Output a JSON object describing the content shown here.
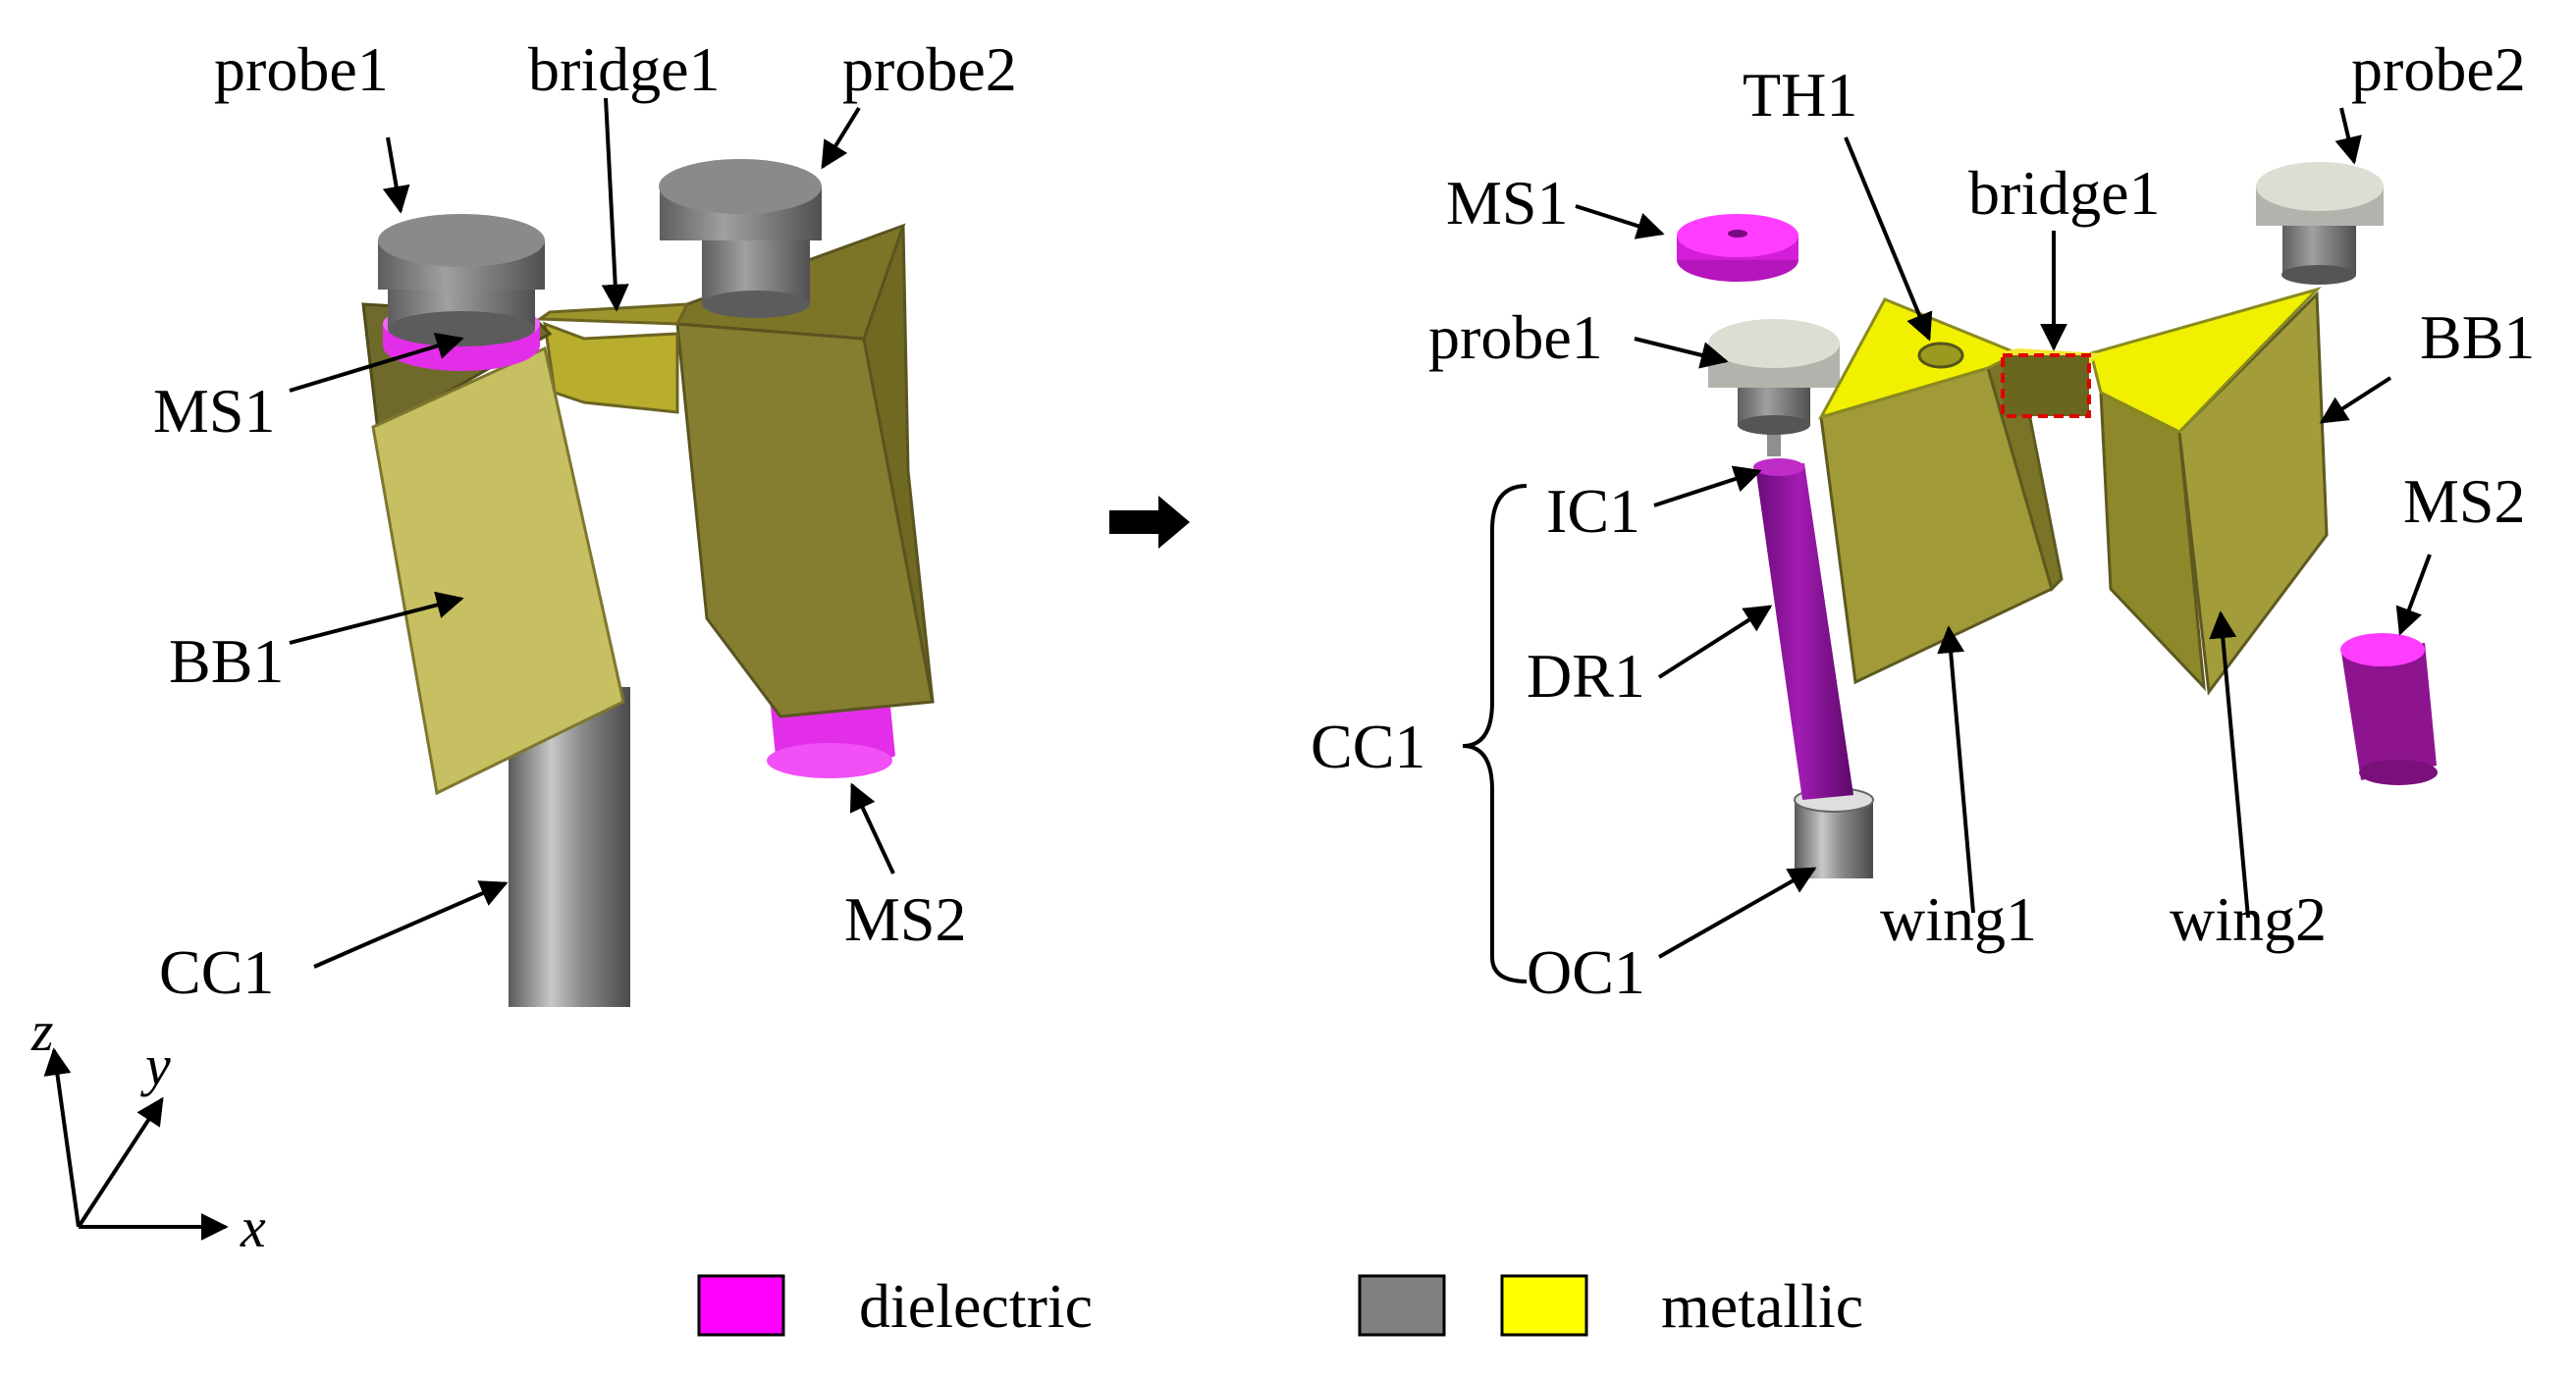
{
  "left_labels": {
    "probe1": "probe1",
    "bridge1": "bridge1",
    "probe2": "probe2",
    "ms1": "MS1",
    "bb1": "BB1",
    "cc1": "CC1",
    "ms2": "MS2"
  },
  "right_labels": {
    "th1": "TH1",
    "probe2": "probe2",
    "ms1": "MS1",
    "bridge1": "bridge1",
    "probe1": "probe1",
    "bb1": "BB1",
    "ic1": "IC1",
    "ms2": "MS2",
    "dr1": "DR1",
    "cc1": "CC1",
    "oc1": "OC1",
    "wing1": "wing1",
    "wing2": "wing2"
  },
  "axes": {
    "x": "x",
    "y": "y",
    "z": "z"
  },
  "legend": {
    "dielectric_label": "dielectric",
    "metallic_label": "metallic",
    "dielectric_color": "#ff00ff",
    "metallic_color_1": "#808080",
    "metallic_color_2": "#ffff00"
  }
}
